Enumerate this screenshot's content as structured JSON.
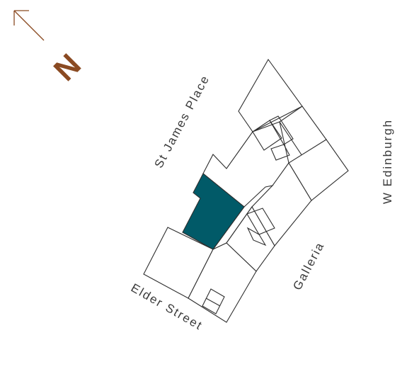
{
  "north_marker": {
    "label": "N",
    "color": "#8a4a22"
  },
  "streets": {
    "st_james_place": "St James Place",
    "w_edinburgh": "W Edinburgh",
    "galleria": "Galleria",
    "elder_street": "Elder Street"
  },
  "colors": {
    "highlight": "#015a68",
    "outline": "#2e2e2e",
    "label": "#3a3a3a"
  }
}
